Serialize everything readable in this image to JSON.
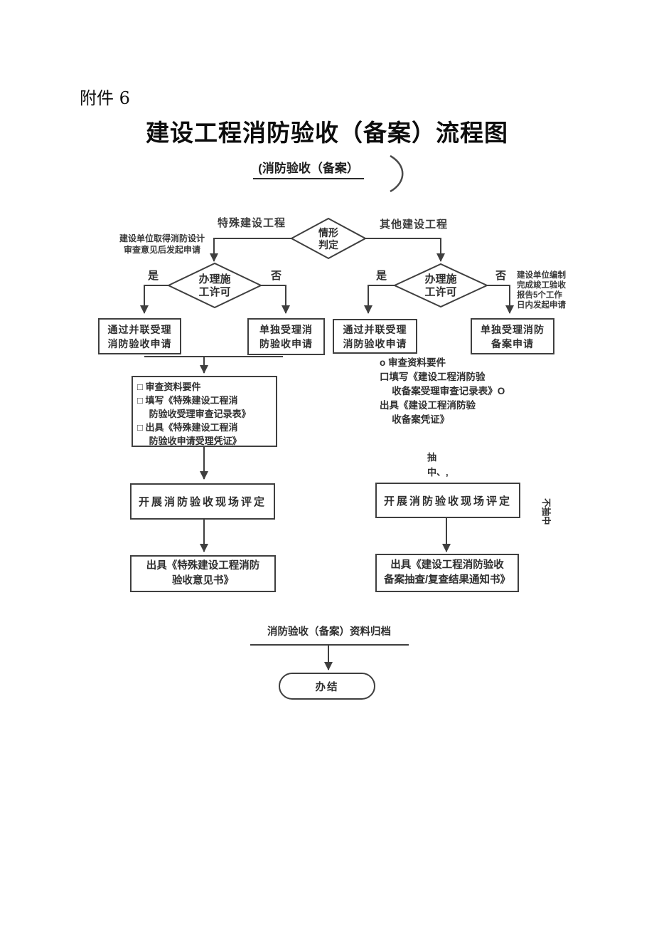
{
  "colors": {
    "line": "#3f3f3f",
    "text": "#2e2e2e",
    "title": "#0d0d0d"
  },
  "header": {
    "attachment": "附件 6",
    "title": "建设工程消防验收（备案）流程图"
  },
  "flow": {
    "start_label": "(消防验收（备案）",
    "case_diamond": "情形\n判定",
    "branch_special": "特殊建设工程",
    "branch_other": "其他建设工程",
    "note_left": "建设单位取得消防设计\n审查意见后发起申请",
    "note_right": "建设单位编制\n完成竣工验收\n报告5个工作\n日内发起申请",
    "permit_diamond_left": "办理施\n工许可",
    "permit_diamond_right": "办理施\n工许可",
    "label_yes_left": "是",
    "label_no_left": "否",
    "label_yes_right": "是",
    "label_no_right": "否",
    "box_parallel_left": "通过并联受理\n消防验收申请",
    "box_single_left": "单独受理消\n防验收申请",
    "box_parallel_right": "通过并联受理\n消防验收申请",
    "box_single_right": "单独受理消防\n备案申请",
    "checklist_left": "□ 审查资料要件\n□ 填写《特殊建设工程消\n　 防验收受理审查记录表》\n□ 出具《特殊建设工程消\n　 防验收申请受理凭证》",
    "checklist_right": "o 审查资料要件\n口填写《建设工程消防验\n　 收备案受理审查记录表》O\n出具《建设工程消防验\n　 收备案凭证》",
    "sampled_note": "抽\n中、,",
    "not_sampled_note": "不抽中",
    "eval_left": "开展消防验收现场评定",
    "eval_right": "开展消防验收现场评定",
    "result_left": "出具《特殊建设工程消防\n验收意见书》",
    "result_right": "出具《建设工程消防验收\n备案抽查/复查结果通知书》",
    "archive_label": "消防验收（备案）资料归档",
    "end_label": "办结"
  }
}
